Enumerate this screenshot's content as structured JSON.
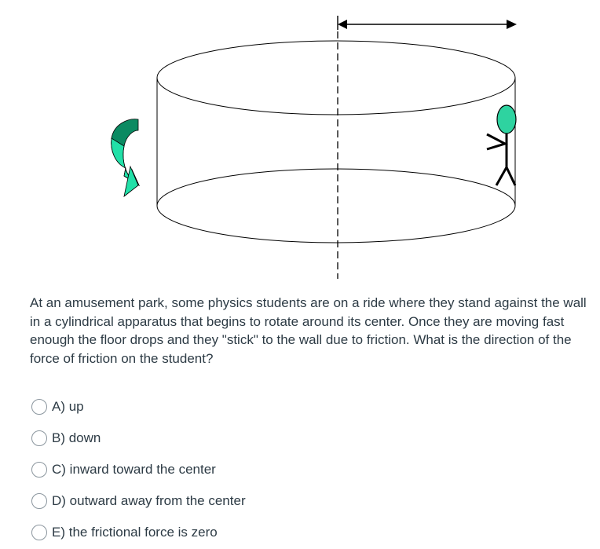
{
  "colors": {
    "text": "#2d3b45",
    "figure_stroke": "#000000",
    "student_head": "#2ed3a0",
    "rotation_arrow_dark": "#0b7a56",
    "rotation_arrow_light": "#22e0a8",
    "radio_border": "#8b969e"
  },
  "figure": {
    "icons": [
      "radius-arrow-icon",
      "cylinder",
      "axis-dashed-line",
      "rotation-arrow-icon",
      "stick-figure-student-icon"
    ]
  },
  "question": {
    "text": "At an amusement park, some physics students are on a ride where they stand against the wall in a cylindrical apparatus that begins to rotate around its center. Once they are moving fast enough the floor drops and they \"stick\" to the wall due to friction. What is the direction of the force of friction on the student?"
  },
  "answers": [
    {
      "label": "A) up",
      "selected": false
    },
    {
      "label": "B) down",
      "selected": false
    },
    {
      "label": "C) inward toward the center",
      "selected": false
    },
    {
      "label": "D) outward away from the center",
      "selected": false
    },
    {
      "label": "E) the frictional force is zero",
      "selected": false
    }
  ]
}
